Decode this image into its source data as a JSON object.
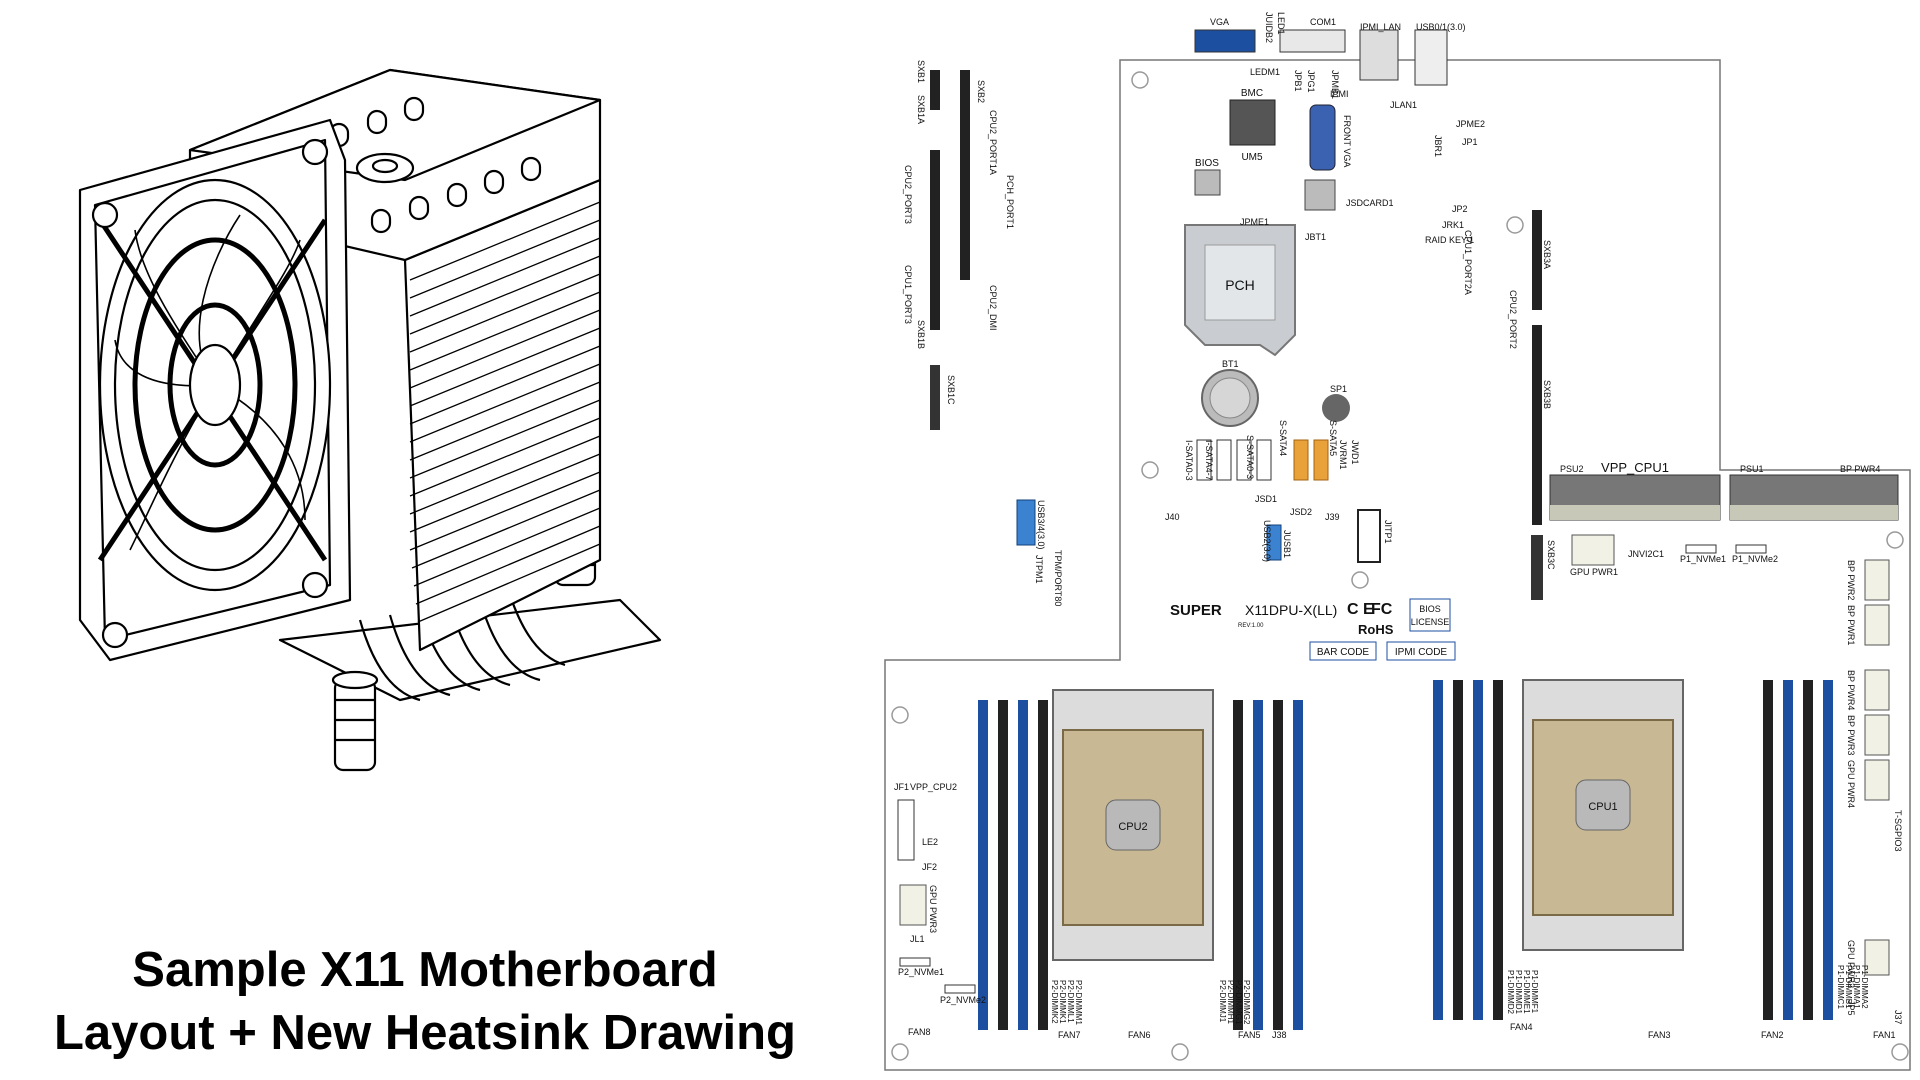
{
  "caption": {
    "line1": "Sample X11 Motherboard",
    "line2": "Layout + New Heatsink Drawing"
  },
  "board": {
    "brand": "SUPER",
    "model": "X11DPU-X(LL)",
    "rev": "REV:1.00",
    "cert_ce": "C E",
    "cert_fc": "FC",
    "rohs": "RoHS",
    "bios_license": [
      "BIOS",
      "LICENSE"
    ],
    "bar_code": "BAR CODE",
    "ipmi_code": "IPMI CODE",
    "pch": "PCH",
    "cpu1": "CPU1",
    "cpu2": "CPU2",
    "bmc": "BMC",
    "um5": "UM5",
    "bios": "BIOS",
    "vpp_cpu1": "VPP_CPU1",
    "psu2": "PSU2",
    "psu1": "PSU1",
    "bp_pwr4_top": "BP PWR4",
    "labels": [
      {
        "id": "vga",
        "t": "VGA"
      },
      {
        "id": "juidb2",
        "t": "JUIDB2"
      },
      {
        "id": "led1",
        "t": "LED1"
      },
      {
        "id": "com1",
        "t": "COM1"
      },
      {
        "id": "ipmi-lan",
        "t": "IPMI_LAN"
      },
      {
        "id": "usb01",
        "t": "USB0/1(3.0)"
      },
      {
        "id": "sxb1",
        "t": "SXB1"
      },
      {
        "id": "sxb1a",
        "t": "SXB1A"
      },
      {
        "id": "sxb2",
        "t": "SXB2"
      },
      {
        "id": "ledm1",
        "t": "LEDM1"
      },
      {
        "id": "jpb1",
        "t": "JPB1"
      },
      {
        "id": "jpg1",
        "t": "JPG1"
      },
      {
        "id": "jpmb1",
        "t": "JPMB1"
      },
      {
        "id": "ipmi",
        "t": "IPMI"
      },
      {
        "id": "jlan1",
        "t": "JLAN1"
      },
      {
        "id": "front-vga",
        "t": "FRONT VGA"
      },
      {
        "id": "jpme2",
        "t": "JPME2"
      },
      {
        "id": "jbr1",
        "t": "JBR1"
      },
      {
        "id": "jp1",
        "t": "JP1"
      },
      {
        "id": "jp2",
        "t": "JP2"
      },
      {
        "id": "jsdcard1",
        "t": "JSDCARD1"
      },
      {
        "id": "jpme1",
        "t": "JPME1"
      },
      {
        "id": "jbt1",
        "t": "JBT1"
      },
      {
        "id": "jrk1",
        "t": "JRK1"
      },
      {
        "id": "raid-key",
        "t": "RAID KEY-1"
      },
      {
        "id": "cpu2-port1a",
        "t": "CPU2_PORT1A"
      },
      {
        "id": "pch-port1",
        "t": "PCH_PORT1"
      },
      {
        "id": "cpu2-port3",
        "t": "CPU2_PORT3"
      },
      {
        "id": "cpu1-port3",
        "t": "CPU1_PORT3"
      },
      {
        "id": "cpu2-dmi",
        "t": "CPU2_DMI"
      },
      {
        "id": "sxb1b",
        "t": "SXB1B"
      },
      {
        "id": "sxb1c",
        "t": "SXB1C"
      },
      {
        "id": "cpu1-port2a",
        "t": "CPU1_PORT2A"
      },
      {
        "id": "cpu2-port2",
        "t": "CPU2_PORT2"
      },
      {
        "id": "sxb3a",
        "t": "SXB3A"
      },
      {
        "id": "sxb3b",
        "t": "SXB3B"
      },
      {
        "id": "sxb3c",
        "t": "SXB3C"
      },
      {
        "id": "bt1",
        "t": "BT1"
      },
      {
        "id": "sp1",
        "t": "SP1"
      },
      {
        "id": "ssata03",
        "t": "I-SATA0-3"
      },
      {
        "id": "ssata47",
        "t": "I-SATA4-7"
      },
      {
        "id": "ssata03b",
        "t": "S-SATA0-3"
      },
      {
        "id": "ssata4",
        "t": "S-SATA4"
      },
      {
        "id": "ssata5",
        "t": "S-SATA5"
      },
      {
        "id": "jwd1",
        "t": "JWD1"
      },
      {
        "id": "jvrm1",
        "t": "JVRM1"
      },
      {
        "id": "jsd1",
        "t": "JSD1"
      },
      {
        "id": "jsd2",
        "t": "JSD2"
      },
      {
        "id": "jusb1",
        "t": "JUSB1"
      },
      {
        "id": "usb2",
        "t": "USB2(3.0)"
      },
      {
        "id": "j39",
        "t": "J39"
      },
      {
        "id": "jitp1",
        "t": "JITP1"
      },
      {
        "id": "usb34",
        "t": "USB3/4(3.0)"
      },
      {
        "id": "tpm",
        "t": "TPM/PORT80"
      },
      {
        "id": "jtpm1",
        "t": "JTPM1"
      },
      {
        "id": "j40",
        "t": "J40"
      },
      {
        "id": "gpu-pwr1",
        "t": "GPU PWR1"
      },
      {
        "id": "jnvi2c1",
        "t": "JNVI2C1"
      },
      {
        "id": "p1-nvme1",
        "t": "P1_NVMe1"
      },
      {
        "id": "p1-nvme2",
        "t": "P1_NVMe2"
      },
      {
        "id": "bp-pwr2",
        "t": "BP PWR2"
      },
      {
        "id": "bp-pwr1",
        "t": "BP PWR1"
      },
      {
        "id": "bp-pwr4",
        "t": "BP PWR4"
      },
      {
        "id": "bp-pwr3",
        "t": "BP PWR3"
      },
      {
        "id": "gpu-pwr4",
        "t": "GPU PWR4"
      },
      {
        "id": "t-sgpio3",
        "t": "T-SGPIO3"
      },
      {
        "id": "gpu-pwr2",
        "t": "GPU PWR2"
      },
      {
        "id": "jp5",
        "t": "JP5"
      },
      {
        "id": "j37",
        "t": "J37"
      },
      {
        "id": "jf1",
        "t": "JF1"
      },
      {
        "id": "vpp-cpu2",
        "t": "VPP_CPU2"
      },
      {
        "id": "le2",
        "t": "LE2"
      },
      {
        "id": "jf2",
        "t": "JF2"
      },
      {
        "id": "gpu-pwr3",
        "t": "GPU PWR3"
      },
      {
        "id": "jl1",
        "t": "JL1"
      },
      {
        "id": "p2-nvme1",
        "t": "P2_NVMe1"
      },
      {
        "id": "p2-nvme2",
        "t": "P2_NVMe2"
      },
      {
        "id": "fan8",
        "t": "FAN8"
      },
      {
        "id": "fan7",
        "t": "FAN7"
      },
      {
        "id": "fan6",
        "t": "FAN6"
      },
      {
        "id": "fan5",
        "t": "FAN5"
      },
      {
        "id": "j38",
        "t": "J38"
      },
      {
        "id": "fan4",
        "t": "FAN4"
      },
      {
        "id": "fan3",
        "t": "FAN3"
      },
      {
        "id": "fan2",
        "t": "FAN2"
      },
      {
        "id": "fan1",
        "t": "FAN1"
      }
    ],
    "dimm_groups": [
      {
        "id": "p2-left",
        "t": [
          "P2-DIMMK2",
          "P2-DIMMK1",
          "P2-DIMML1",
          "P2-DIMMM1"
        ]
      },
      {
        "id": "p2-right",
        "t": [
          "P2-DIMMJ1",
          "P2-DIMMH1",
          "P2-DIMMG1",
          "P2-DIMMG2"
        ]
      },
      {
        "id": "p1-left",
        "t": [
          "P1-DIMMD2",
          "P1-DIMMD1",
          "P1-DIMME1",
          "P1-DIMMF1"
        ]
      },
      {
        "id": "p1-right",
        "t": [
          "P1-DIMMC1",
          "P1-DIMMB1",
          "P1-DIMMA1",
          "P1-DIMMA2"
        ]
      }
    ]
  }
}
